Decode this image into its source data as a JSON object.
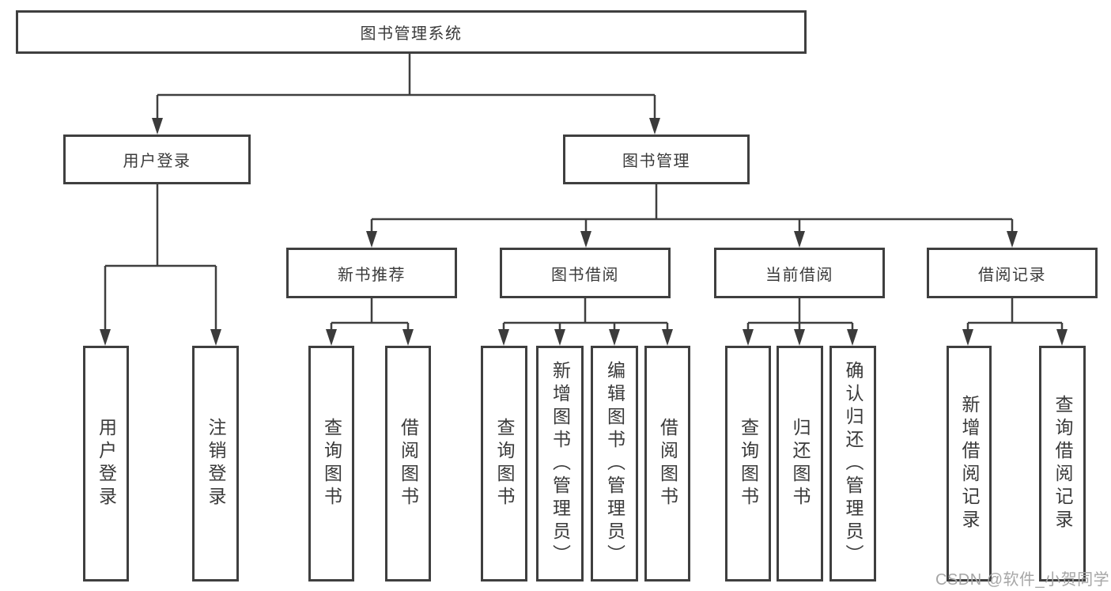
{
  "diagram": {
    "root": {
      "label": "图书管理系统",
      "children": [
        {
          "label": "用户登录",
          "children": [
            {
              "label": "用户登录"
            },
            {
              "label": "注销登录"
            }
          ]
        },
        {
          "label": "图书管理",
          "children": [
            {
              "label": "新书推荐",
              "children": [
                {
                  "label": "查询图书"
                },
                {
                  "label": "借阅图书"
                }
              ]
            },
            {
              "label": "图书借阅",
              "children": [
                {
                  "label": "查询图书"
                },
                {
                  "label": "新增图书（管理员）"
                },
                {
                  "label": "编辑图书（管理员）"
                },
                {
                  "label": "借阅图书"
                }
              ]
            },
            {
              "label": "当前借阅",
              "children": [
                {
                  "label": "查询图书"
                },
                {
                  "label": "归还图书"
                },
                {
                  "label": "确认归还（管理员）"
                }
              ]
            },
            {
              "label": "借阅记录",
              "children": [
                {
                  "label": "新增借阅记录"
                },
                {
                  "label": "查询借阅记录"
                }
              ]
            }
          ]
        }
      ]
    }
  },
  "watermark": {
    "text": "CSDN @软件_小贺同学"
  },
  "colors": {
    "line": "#3f3f3f",
    "box_border": "#3f3f3f",
    "text": "#3a3a3a",
    "background": "#ffffff",
    "watermark": "#a6a6a6"
  }
}
